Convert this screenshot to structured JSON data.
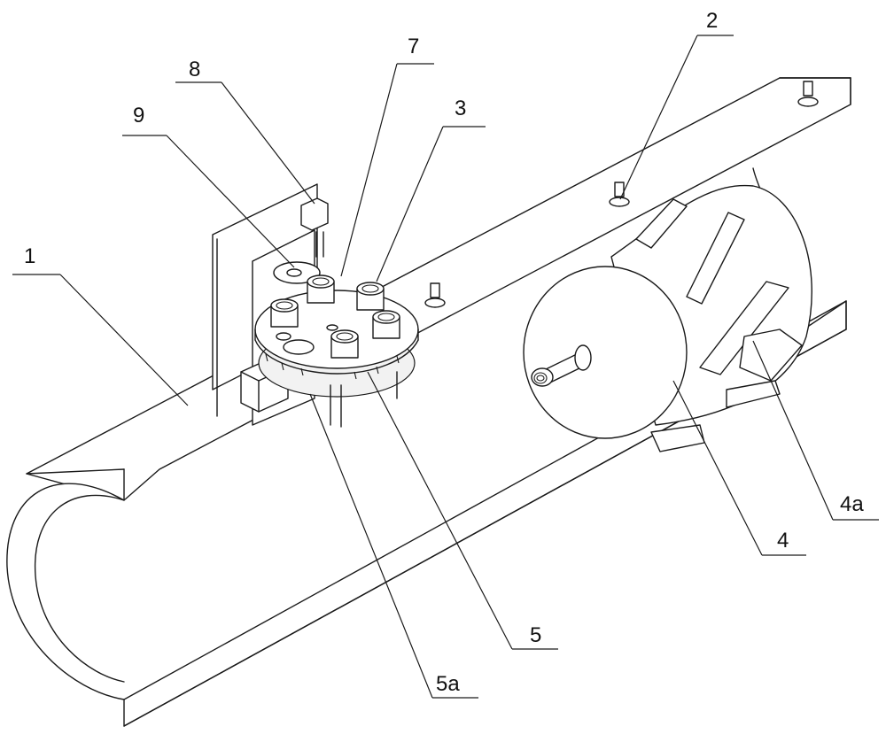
{
  "labels": {
    "l1": "1",
    "l2": "2",
    "l3": "3",
    "l4": "4",
    "l4a": "4a",
    "l5": "5",
    "l5a": "5a",
    "l7": "7",
    "l8": "8",
    "l9": "9"
  }
}
